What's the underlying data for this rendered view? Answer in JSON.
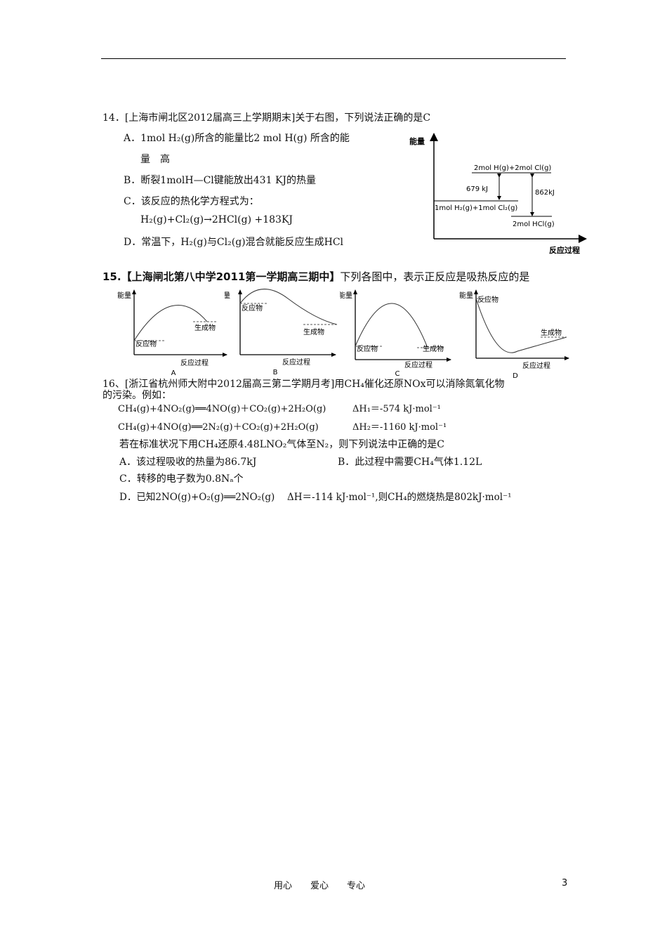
{
  "q14": {
    "stem": "14．[上海市闸北区2012届高三上学期期末]关于右图，下列说法正确的是C",
    "a1": "A．1mol H₂(g)所含的能量比2 mol H(g) 所含的能",
    "a2": "量　高",
    "b": "B．断裂1molH—Cl键能放出431 KJ的热量",
    "c": "C．该反应的热化学方程式为：",
    "c2": "H₂(g)+Cl₂(g)→2HCl(g)  +183KJ",
    "d": "D．常温下，H₂(g)与Cl₂(g)混合就能反应生成HCl",
    "diagram": {
      "y_label": "能量",
      "x_label": "反应过程",
      "top_level": "2mol H(g)+2mol Cl(g)",
      "mid_level": "1mol H₂(g)+1mol Cl₂(g)",
      "low_level": "2mol HCl(g)",
      "arrow1": "679 kJ",
      "arrow2": "862kJ"
    }
  },
  "q15": {
    "source": "15.【上海闸北第八中学2011第一学期高三期中】",
    "stem": "下列各图中，表示正反应是吸热反应的是",
    "graphs": [
      {
        "letter": "A",
        "y_label": "能量",
        "x_label": "反应过程",
        "reactant": "反应物",
        "product": "生成物"
      },
      {
        "letter": "B",
        "y_label": "量",
        "x_label": "反应过程",
        "reactant": "反应物",
        "product": "生成物"
      },
      {
        "letter": "C",
        "y_label": "能量",
        "x_label": "反应过程",
        "reactant": "反应物",
        "product": "生成物"
      },
      {
        "letter": "D",
        "y_label": "能量",
        "x_label": "反应过程",
        "reactant": "反应物",
        "product": "生成物"
      }
    ]
  },
  "q16": {
    "stem1": "16、[浙江省杭州师大附中2012届高三第二学期月考]用CH₄催化还原NOx可以消除氮氧化物",
    "stem2": "的污染。例如：",
    "eq1": "CH₄(g)+4NO₂(g)══4NO(g)＋CO₂(g)+2H₂O(g)",
    "dh1": "ΔH₁＝-574 kJ·mol⁻¹",
    "eq2": "CH₄(g)+4NO(g)══2N₂(g)＋CO₂(g)+2H₂O(g)",
    "dh2": "ΔH₂＝-1160 kJ·mol⁻¹",
    "question": "若在标准状况下用CH₄还原4.48LNO₂气体至N₂，则下列说法中正确的是C",
    "a": "A．该过程吸收的热量为86.7kJ",
    "b": "B．此过程中需要CH₄气体1.12L",
    "c": "C．转移的电子数为0.8Nₐ个",
    "d": "D．已知2NO(g)+O₂(g)══2NO₂(g)　 ΔH＝-114 kJ·mol⁻¹,则CH₄的燃烧热是802kJ·mol⁻¹"
  },
  "footer": {
    "motto": "用心　　爱心　　专心",
    "page": "3"
  }
}
